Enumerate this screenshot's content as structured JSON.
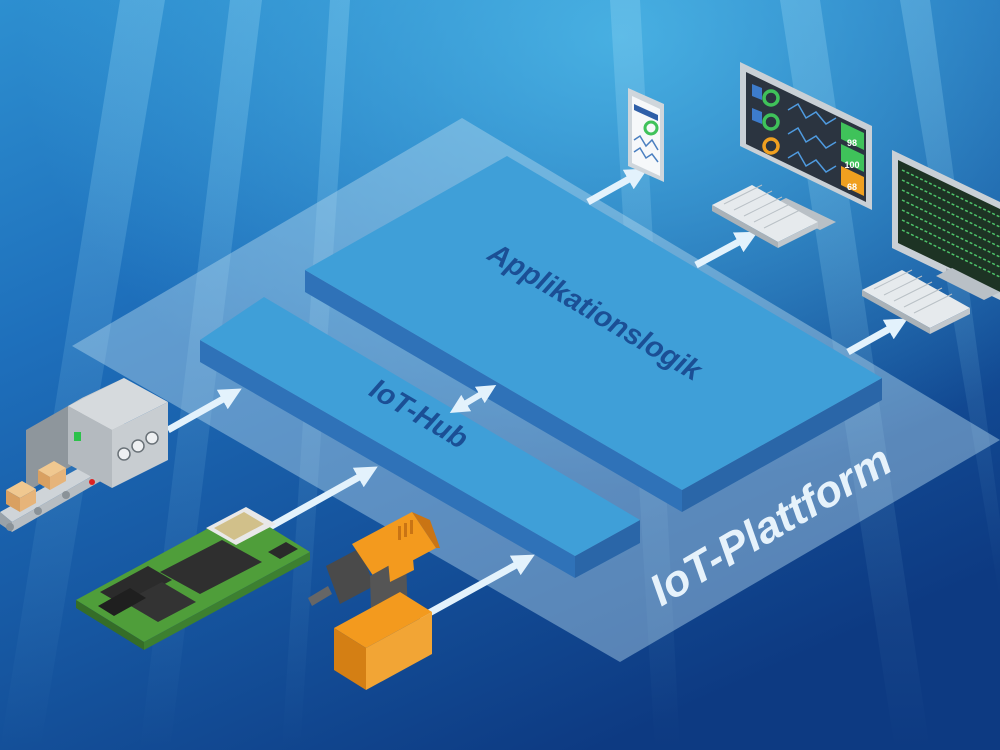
{
  "diagram": {
    "platform_label": "IoT-Plattform",
    "hub_label": "IoT-Hub",
    "app_label": "Applikationslogik",
    "dashboard_values": [
      "98",
      "100",
      "68"
    ]
  },
  "colors": {
    "bg_top": "#2f9fd6",
    "bg_bottom": "#0f3f88",
    "slab_top": "#3f9fd8",
    "slab_side": "#2f78bf",
    "platform": "#b4d8ee",
    "arrow": "#dff0fb",
    "label_text": "#1b4f95",
    "platform_text": "#e6f2fb",
    "gauge_green": "#3fc25a",
    "gauge_orange": "#f0a020",
    "drill_orange": "#f39a1e"
  },
  "icons": [
    "conveyor-machine-icon",
    "circuit-board-icon",
    "cordless-drill-icon",
    "tablet-icon",
    "monitor-icon",
    "keyboard-icon",
    "terminal-monitor-icon"
  ]
}
